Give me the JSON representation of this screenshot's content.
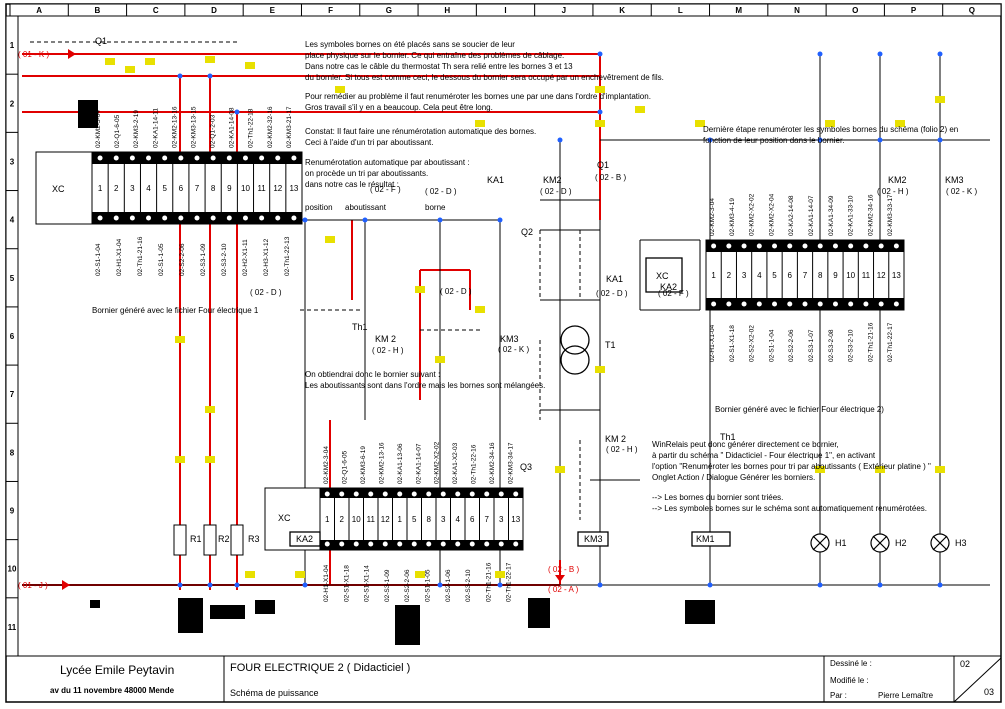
{
  "colors": {
    "wire_power": "#e00000",
    "wire_control": "#000000",
    "marker_yellow": "#e8e000",
    "marker_blue": "#2060ff",
    "terminal_fill": "#ffffff"
  },
  "grid": {
    "columns": [
      "A",
      "B",
      "C",
      "D",
      "E",
      "F",
      "G",
      "H",
      "I",
      "J",
      "K",
      "L",
      "M",
      "N",
      "O",
      "P",
      "Q"
    ],
    "rows": [
      "1",
      "2",
      "3",
      "4",
      "5",
      "6",
      "7",
      "8",
      "9",
      "10",
      "11"
    ]
  },
  "notes": {
    "top": [
      "Les symboles bornes on été placés sans se soucier de leur",
      "place physique sur le bornier. Ce qui entraîne des problèmes de câblage.",
      "Dans notre cas le câble du thermostat Th sera relié entre les bornes 3 et 13",
      "du bornier. Si tous est comme ceci, le dessous du bornier sera occupé par un enchevêtrement de fils."
    ],
    "remedy": [
      "Pour remédier au problème il faut renuméroter les bornes une par une dans l'ordre d'implantation.",
      "Gros travail s'il y en a beaucoup. Cela peut être long."
    ],
    "constat": [
      "Constat: Il faut faire une rénumérotation automatique des bornes.",
      "Ceci à l'aide d'un tri par aboutissant."
    ],
    "sort": [
      "Renumérotation automatique par aboutissant :",
      "on procède un tri par aboutissants.",
      "dans notre cas le résultat :"
    ],
    "sort_table_header": [
      "position",
      "aboutissant",
      "borne"
    ],
    "result": [
      "On obtiendrai donc le bornier suivant :",
      "Les aboutissants sont dans l'ordre mais les bornes sont mélangées."
    ],
    "last_step": [
      "Dernière étape renuméroter les symboles bornes du schéma (folio 2) en",
      "fonction de leur position dans le bornier."
    ],
    "winrelais": [
      "WinRelais peut donc générer directement ce bornier,",
      "à partir du schéma \" Didacticiel - Four électrique 1\", en activant",
      "l'option \"Renuméroter les bornes pour tri par aboutissants ( Extérieur platine ) \"",
      "Onglet Action / Dialogue Générer les borniers."
    ],
    "bullets": [
      "--> Les bornes du bornier sont triées.",
      "--> Les symboles bornes sur le schéma sont automatiquement renumérotées."
    ],
    "caption_1": "Bornier généré avec le fichier Four électrique 1",
    "caption_2": "Bornier généré avec le fichier Four électrique 2)"
  },
  "refs": {
    "in_01_k": "( 01 - K )",
    "in_01_j": "( 01 - J )",
    "out_02_b": "( 02 - B )",
    "out_02_a": "( 02 - A )",
    "r_02_d_a": "( 02 - D )",
    "r_02_f": "( 02 - F )",
    "r_02_d_b": "( 02 - D )",
    "r_02_d_c": "( 02 - D )",
    "r_02_b": "( 02 - B )",
    "r_02_h": "( 02 - H )",
    "r_02_k": "( 02 - K )",
    "r_02_h2": "( 02 - H )",
    "r_02_k2": "( 02 - K )",
    "r_02_d_d": "( 02 - D )",
    "r_02_f2": "( 02 - F )",
    "r_02_d_e": "( 02 - D )",
    "r_02_h3": "( 02 - H )"
  },
  "components": {
    "q1": "Q1",
    "q1b": "Q1",
    "q2": "Q2",
    "q3": "Q3",
    "ka1": "KA1",
    "ka1b": "KA1",
    "km2": "KM2",
    "km2b": "KM2",
    "km2c": "KM 2",
    "km3": "KM3",
    "km3b": "KM3",
    "km3c": "KM3",
    "kmi": "KM1",
    "xc": "XC",
    "xc2": "XC",
    "xc3": "XC",
    "t1": "T1",
    "th1": "Th1",
    "th1b": "Th1",
    "r1": "R1",
    "r2": "R2",
    "r3": "R3",
    "h1": "H1",
    "h2": "H2",
    "h3": "H3",
    "coil_ka2": "KA2",
    "coil_km3": "KM3",
    "coil_km1": "KM1",
    "ka2": "KA2"
  },
  "terminal_strips": {
    "strip1": [
      "1",
      "2",
      "3",
      "4",
      "5",
      "6",
      "7",
      "8",
      "9",
      "10",
      "11",
      "12",
      "13"
    ],
    "strip2": [
      "1",
      "2",
      "3",
      "4",
      "5",
      "6",
      "7",
      "8",
      "9",
      "10",
      "11",
      "12",
      "13"
    ],
    "strip3": [
      "1",
      "2",
      "10",
      "11",
      "12",
      "1",
      "5",
      "8",
      "3",
      "4",
      "6",
      "7",
      "3",
      "13"
    ],
    "strip1_top_labels": [
      "02-KM2-3-04",
      "02-Q1-6-05",
      "02-KM3-2-19",
      "02-KA1-14-11",
      "02-KM2-13-16",
      "02-KM3-13-15",
      "02-Q1-2-03",
      "02-KA1-14-08",
      "02-Th1-22-18",
      "02-KM2-32-16",
      "02-KM3-21-17"
    ],
    "strip1_bottom_labels": [
      "02-S1-1-04",
      "02-H1-X1-04",
      "02-Th1-21-16",
      "02-S1-1-05",
      "02-S2-2-06",
      "02-S3-1-09",
      "02-S3-2-10",
      "02-H2-X1-11",
      "02-H3-X1-12",
      "02-Th1-22-13"
    ],
    "strip2_top_labels": [
      "02-KM2-3-04",
      "02-KM3-4-19",
      "02-KM2-X2-02",
      "02-KM2-X2-04",
      "02-KA2-14-08",
      "02-KA1-14-07",
      "02-KA1-34-09",
      "02-KA1-33-10",
      "02-KM2-34-16",
      "02-KM3-33-17"
    ],
    "strip2_bottom_labels": [
      "02-H1-X1-04",
      "02-S1-X1-18",
      "02-S2-X2-02",
      "02-S1-1-04",
      "02-S2-2-06",
      "02-S3-1-07",
      "02-S3-2-08",
      "02-S3-2-10",
      "02-Th1-21-16",
      "02-Th1-22-17"
    ],
    "strip3_top_labels": [
      "02-KM2-3-04",
      "02-Q1-6-05",
      "02-KM3-6-19",
      "02-KM2-13-16",
      "02-KA1-13-06",
      "02-KA1-14-07",
      "02-KM2-X2-02",
      "02-KA1-X2-03",
      "02-Th1-22-16",
      "02-KM2-34-16",
      "02-KM3-34-17"
    ],
    "strip3_bottom_labels": [
      "02-H1-X1-04",
      "02-S1-X1-18",
      "02-S1-X1-14",
      "02-S3-1-09",
      "02-S2-2-06",
      "02-S1-1-05",
      "02-S2-1-06",
      "02-S3-2-10",
      "02-Th1-21-16",
      "02-Th1-22-17"
    ]
  },
  "title_block": {
    "school": "Lycée Emile Peytavin",
    "address": "av du 11 novembre 48000 Mende",
    "title": "FOUR ELECTRIQUE 2 ( Didacticiel )",
    "subtitle": "Schéma de puissance",
    "drawn_by_label": "Dessiné le :",
    "modified_label": "Modifié le :",
    "by_label": "Par :",
    "author": "Pierre Lemaître",
    "folio": "02",
    "total": "03"
  }
}
